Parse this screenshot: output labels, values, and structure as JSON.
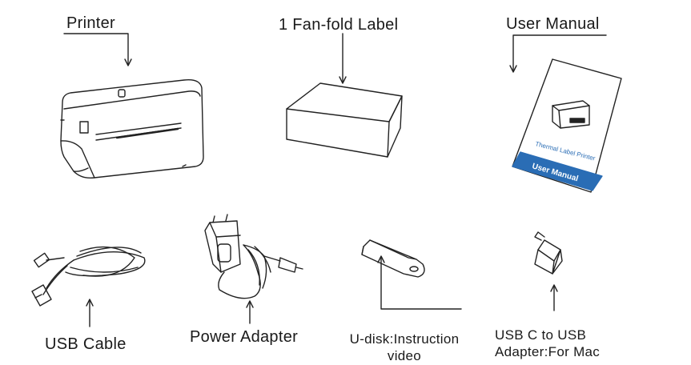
{
  "items": [
    {
      "id": "printer",
      "label": "Printer"
    },
    {
      "id": "label",
      "label": "1 Fan-fold Label"
    },
    {
      "id": "manual",
      "label": "User Manual"
    },
    {
      "id": "usb_cable",
      "label": "USB Cable"
    },
    {
      "id": "power_adapter",
      "label": "Power Adapter"
    },
    {
      "id": "udisk",
      "label_line1": "U-disk:Instruction",
      "label_line2": "video"
    },
    {
      "id": "usbc_adapter",
      "label_line1": "USB C to USB",
      "label_line2": "Adapter:For Mac"
    }
  ],
  "manual_cover": {
    "title": "Thermal Label Printer",
    "band_text": "User Manual",
    "accent": "#2a6db5"
  }
}
